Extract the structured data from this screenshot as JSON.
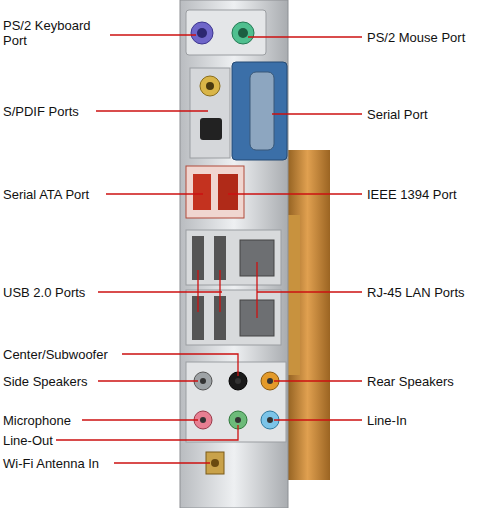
{
  "diagram": {
    "labels": [
      "PS/2 Keyboard Port",
      "PS/2 Mouse Port",
      "S/PDIF Ports",
      "Serial Port",
      "Serial ATA Port",
      "IEEE 1394 Port",
      "USB 2.0 Ports",
      "RJ-45 LAN Ports",
      "Center/Subwoofer",
      "Side Speakers",
      "Rear Speakers",
      "Microphone",
      "Line-In",
      "Line-Out",
      "Wi-Fi Antenna In"
    ]
  }
}
